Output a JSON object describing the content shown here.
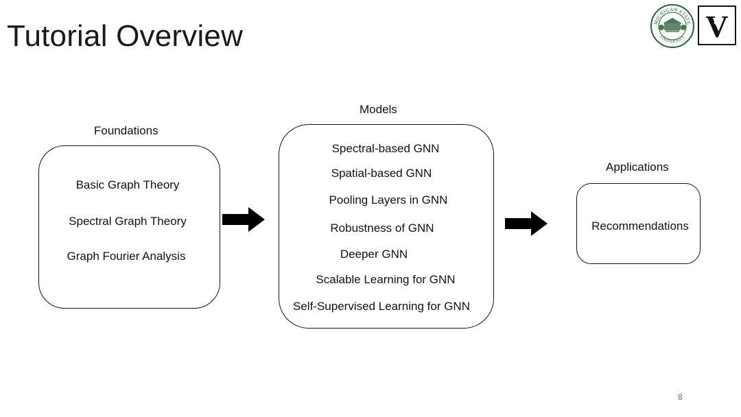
{
  "slide": {
    "title": "Tutorial Overview",
    "page_number": "8"
  },
  "logos": {
    "seal_text_top": "MICHIGAN STATE",
    "seal_text_bottom": "UNIVERSITY",
    "seal_color": "#2e5e3e",
    "v_letter": "V"
  },
  "foundations": {
    "label": "Foundations",
    "items": [
      "Basic Graph Theory",
      "Spectral Graph Theory",
      "Graph Fourier Analysis"
    ]
  },
  "models": {
    "label": "Models",
    "items": [
      "Spectral-based GNN",
      "Spatial-based GNN",
      "Pooling Layers in GNN",
      "Robustness of  GNN",
      "Deeper GNN",
      "Scalable Learning for GNN",
      "Self-Supervised Learning for GNN"
    ]
  },
  "applications": {
    "label": "Applications",
    "items": [
      "Recommendations"
    ]
  },
  "colors": {
    "box_border": "#111111",
    "arrow": "#000000"
  }
}
